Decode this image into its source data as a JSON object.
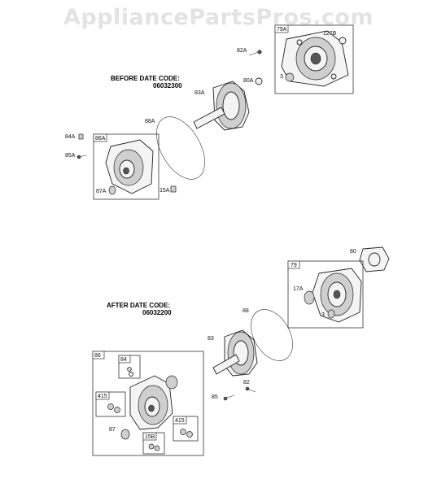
{
  "watermark": "AppliancePartsPros.com",
  "sections": [
    {
      "header_line1": "BEFORE DATE CODE:",
      "header_line2": "06032300"
    },
    {
      "header_line1": "AFTER DATE CODE:",
      "header_line2": "06032200"
    }
  ],
  "labels": {
    "l82A": "82A",
    "l79A": "79A",
    "l127B": "127B",
    "l80A": "80A",
    "l3a": "3",
    "l83A": "83A",
    "l88A": "88A",
    "l84A": "84A",
    "l85A": "85A",
    "l86A": "86A",
    "l87A": "87A",
    "l15A": "15A",
    "l80": "80",
    "l79": "79",
    "l17A": "17A",
    "l3b": "3",
    "l88": "88",
    "l83": "83",
    "l86": "86",
    "l84": "84",
    "l415a": "415",
    "l415b": "415",
    "l82": "82",
    "l85": "85",
    "l87": "87",
    "l15B": "15B"
  }
}
